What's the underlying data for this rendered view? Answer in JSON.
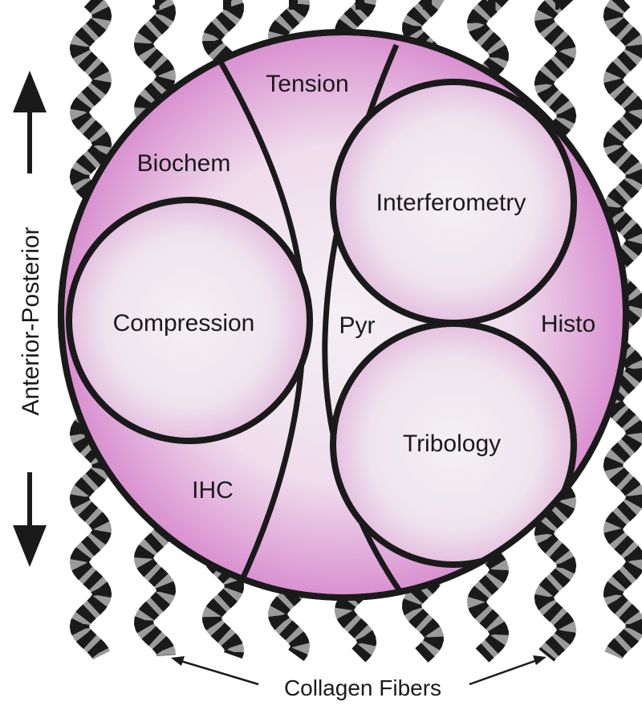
{
  "diagram": {
    "regions": {
      "tension": "Tension",
      "biochem": "Biochem",
      "interferometry": "Interferometry",
      "compression": "Compression",
      "pyr": "Pyr",
      "histo": "Histo",
      "tribology": "Tribology",
      "ihc": "IHC"
    },
    "axis_label": "Anterior-Posterior",
    "fibers_label": "Collagen Fibers",
    "colors": {
      "outline": "#1a1a1a",
      "disc_center": "#f4f0f4",
      "disc_edge": "#d98fd0",
      "fiber_dark": "#1a1a1a",
      "fiber_light": "#9b9b9b"
    }
  }
}
